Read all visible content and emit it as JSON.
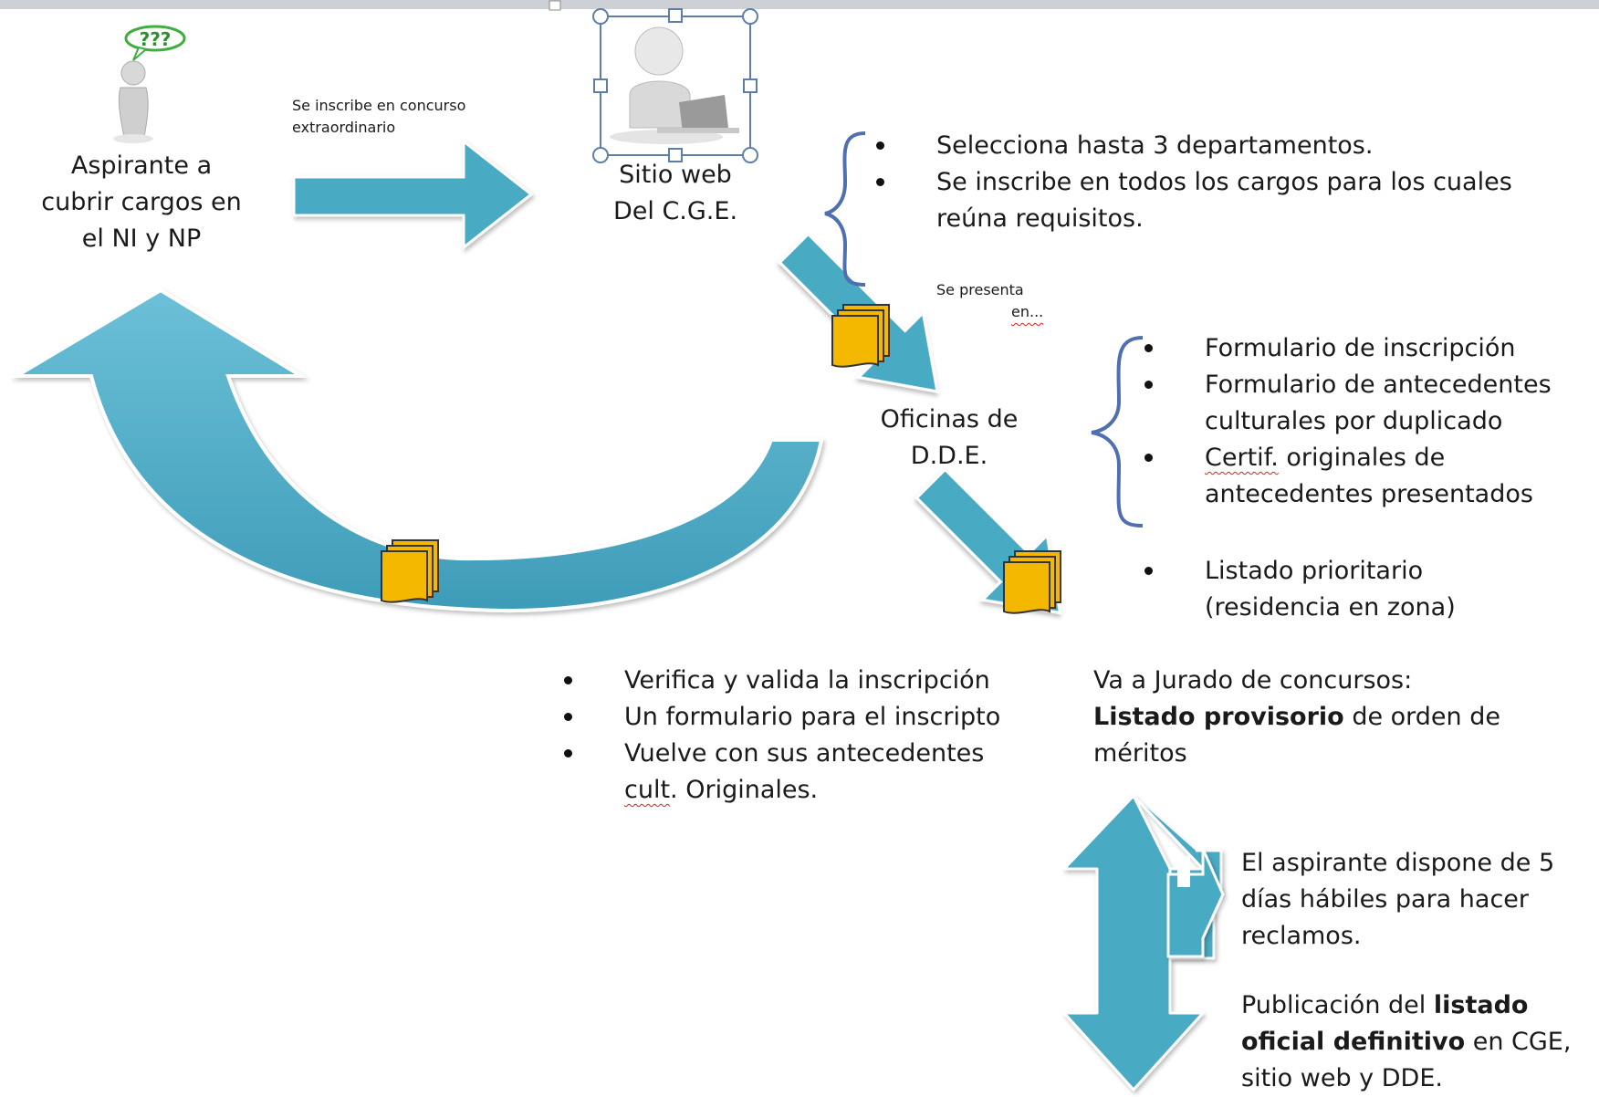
{
  "colors": {
    "arrow": "#4aaac4",
    "arrow_edge": "#ffffff",
    "brace": "#4f6fb0",
    "doc": "#f5b800",
    "doc_edge": "#333333",
    "select": "#5b7fa6"
  },
  "nodes": {
    "aspirante": {
      "icon": "question-person-icon",
      "question": "???",
      "lines": [
        "Aspirante a",
        "cubrir cargos en",
        "el NI y NP"
      ]
    },
    "sitio": {
      "icon": "person-laptop-icon",
      "lines": [
        "Sitio web",
        "Del  C.G.E."
      ]
    },
    "oficinas": {
      "lines": [
        "Oficinas de",
        "D.D.E."
      ]
    },
    "jurado": {
      "line1": "Va a Jurado de concursos:",
      "bold": "Listado provisorio",
      "rest": " de orden de",
      "line3": "méritos"
    }
  },
  "labels": {
    "inscribe_1": "Se inscribe en concurso",
    "inscribe_2": "extraordinario",
    "presenta_1": "Se presenta",
    "presenta_2": "en..."
  },
  "lists": {
    "sitio": [
      "Selecciona hasta 3 departamentos.",
      "Se inscribe en todos los cargos para los cuales",
      "reúna requisitos."
    ],
    "oficinas": [
      "Formulario de inscripción",
      "Formulario de antecedentes",
      "culturales por duplicado",
      "Certif.",
      " originales de",
      "antecedentes presentados"
    ],
    "prioritario": [
      "Listado prioritario",
      "(residencia en zona)"
    ],
    "verifica": [
      "Verifica y valida la inscripción",
      "Un formulario para el inscripto",
      "Vuelve con sus antecedentes",
      "cult",
      ". Originales."
    ]
  },
  "reclamos": {
    "lines": [
      "El aspirante dispone de 5",
      "días hábiles para hacer",
      "reclamos."
    ],
    "pub_start": "Publicación del ",
    "pub_bold1": "listado",
    "pub_bold2": "oficial definitivo",
    "pub_rest": " en CGE,",
    "pub_last": "sitio web y DDE."
  }
}
